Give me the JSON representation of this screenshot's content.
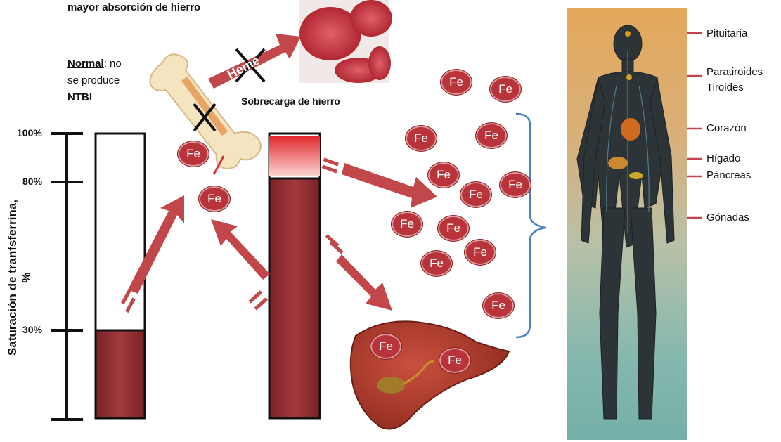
{
  "caption_top": "mayor absorción de hierro",
  "normal": {
    "title": "Normal",
    "rest": ": no",
    "line2": "se produce",
    "line3": "NTBI"
  },
  "overload_label": "Sobrecarga de hierro",
  "heme_label": "Heme",
  "y_axis": {
    "label": "Saturación de tranfsferrina, %",
    "ticks": [
      "100%",
      "80%",
      "30%"
    ]
  },
  "iron_symbol": "Fe",
  "bars": [
    {
      "name": "normal",
      "fill_fraction": 0.3
    },
    {
      "name": "sobrecarga",
      "fill_fraction": 0.8,
      "extra_light_to": 1.0
    }
  ],
  "organs": [
    "Pituitaria",
    "Paratiroides",
    "Tiroides",
    "Corazón",
    "Hígado",
    "Páncreas",
    "Gónadas"
  ],
  "colors": {
    "iron": "#b8343a",
    "bar_fill": "#8b2a2e",
    "arrow": "#c2474b",
    "brace": "#4a7fc0"
  }
}
